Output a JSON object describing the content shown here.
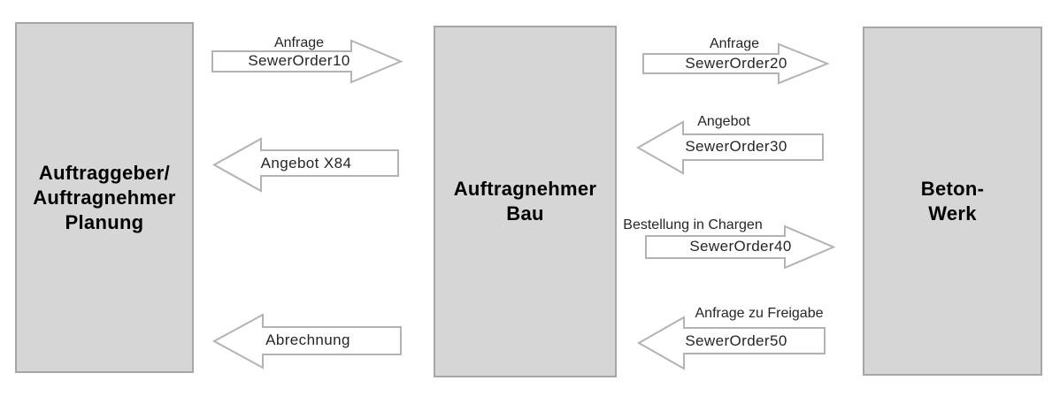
{
  "colors": {
    "background": "#ffffff",
    "box_fill": "#d6d6d6",
    "box_border": "#a6a6a6",
    "box_text": "#000000",
    "arrow_fill": "#ffffff",
    "arrow_border": "#b3b3b3",
    "label_text": "#262626"
  },
  "boxes": [
    {
      "name": "Auftraggeber/Auftragnehmer Planung",
      "lines": [
        "Auftraggeber/",
        "Auftragnehmer",
        "Planung"
      ]
    },
    {
      "name": "Auftragnehmer Bau",
      "lines": [
        "Auftragnehmer",
        "Bau"
      ]
    },
    {
      "name": "Beton-Werk",
      "lines": [
        "Beton-",
        "Werk"
      ]
    }
  ],
  "arrows": [
    {
      "from": "Auftraggeber/Auftragnehmer Planung",
      "to": "Auftragnehmer Bau",
      "direction": "right",
      "label_top": "Anfrage",
      "label_inside": "SewerOrder10"
    },
    {
      "from": "Auftragnehmer Bau",
      "to": "Auftraggeber/Auftragnehmer Planung",
      "direction": "left",
      "label_top": "",
      "label_inside": "Angebot X84"
    },
    {
      "from": "Auftragnehmer Bau",
      "to": "Auftraggeber/Auftragnehmer Planung",
      "direction": "left",
      "label_top": "",
      "label_inside": "Abrechnung"
    },
    {
      "from": "Auftragnehmer Bau",
      "to": "Beton-Werk",
      "direction": "right",
      "label_top": "Anfrage",
      "label_inside": "SewerOrder20"
    },
    {
      "from": "Beton-Werk",
      "to": "Auftragnehmer Bau",
      "direction": "left",
      "label_top": "Angebot",
      "label_inside": "SewerOrder30"
    },
    {
      "from": "Auftragnehmer Bau",
      "to": "Beton-Werk",
      "direction": "right",
      "label_top": "Bestellung in Chargen",
      "label_inside": "SewerOrder40"
    },
    {
      "from": "Beton-Werk",
      "to": "Auftragnehmer Bau",
      "direction": "left",
      "label_top": "Anfrage zu Freigabe",
      "label_inside": "SewerOrder50"
    }
  ]
}
